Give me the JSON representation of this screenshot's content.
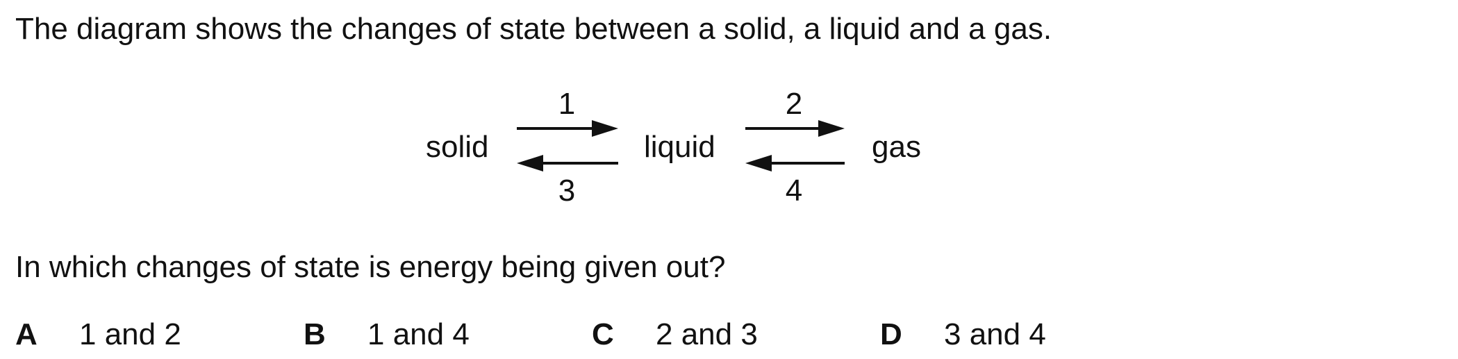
{
  "intro": "The diagram shows the changes of state between a solid, a liquid and a gas.",
  "diagram": {
    "states": [
      "solid",
      "liquid",
      "gas"
    ],
    "arrows": [
      {
        "label": "1",
        "from": "solid",
        "to": "liquid"
      },
      {
        "label": "2",
        "from": "liquid",
        "to": "gas"
      },
      {
        "label": "3",
        "from": "liquid",
        "to": "solid"
      },
      {
        "label": "4",
        "from": "gas",
        "to": "liquid"
      }
    ]
  },
  "question": "In which changes of state is energy being given out?",
  "options": [
    {
      "letter": "A",
      "text": "1 and 2"
    },
    {
      "letter": "B",
      "text": "1 and 4"
    },
    {
      "letter": "C",
      "text": "2 and 3"
    },
    {
      "letter": "D",
      "text": "3 and 4"
    }
  ]
}
